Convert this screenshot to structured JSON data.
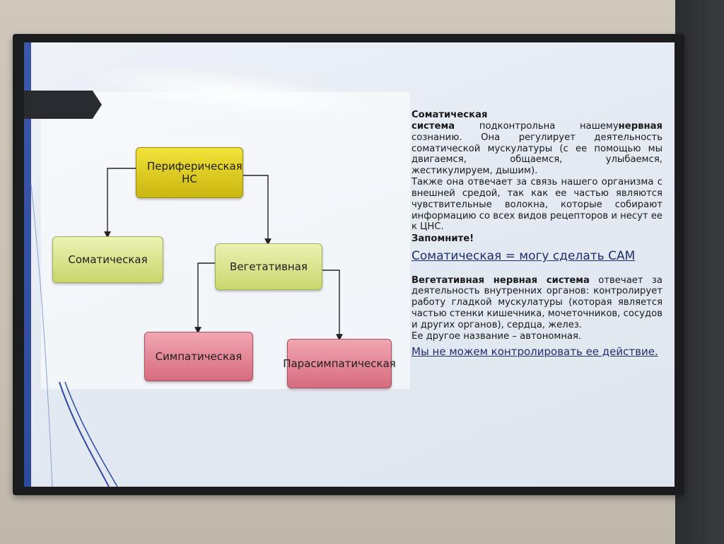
{
  "diagram": {
    "root": "Периферическая НС",
    "left_child": "Соматическая",
    "right_child": "Вегетативная",
    "sub_left": "Симпатическая",
    "sub_right": "Парасимпатическая"
  },
  "text": {
    "somatic_title_word1": "Соматическая",
    "somatic_title_word2": "нервная",
    "somatic_title_word3": "система",
    "somatic_p1": "подконтрольна нашему сознанию. Она регулирует деятельность соматической мускулатуры (с ее помощью мы двигаемся, общаемся, улыбаемся, жестикулируем, дышим).",
    "somatic_p2": "Также она отвечает за связь нашего организма с внешней средой, так как ее частью являются чувствительные волокна, которые собирают информацию со всех видов рецепторов и несут ее к ЦНС.",
    "remember": "Запомните!",
    "formula": "Соматическая = могу сделать САМ",
    "veg_title": "Вегетативная нервная система",
    "veg_p1": "отвечает за деятельность внутренних органов: контролирует работу гладкой мускулатуры (которая является частью стенки кишечника, мочеточников, сосудов и других органов), сердца, желез.",
    "veg_p2": "Ее другое название – автономная.",
    "veg_p3": "Мы не можем контролировать ее действие."
  },
  "colors": {
    "root": "#dcc820",
    "level1": "#d9e38e",
    "level2": "#e48a9a",
    "screen_strip": "#3350a3"
  }
}
